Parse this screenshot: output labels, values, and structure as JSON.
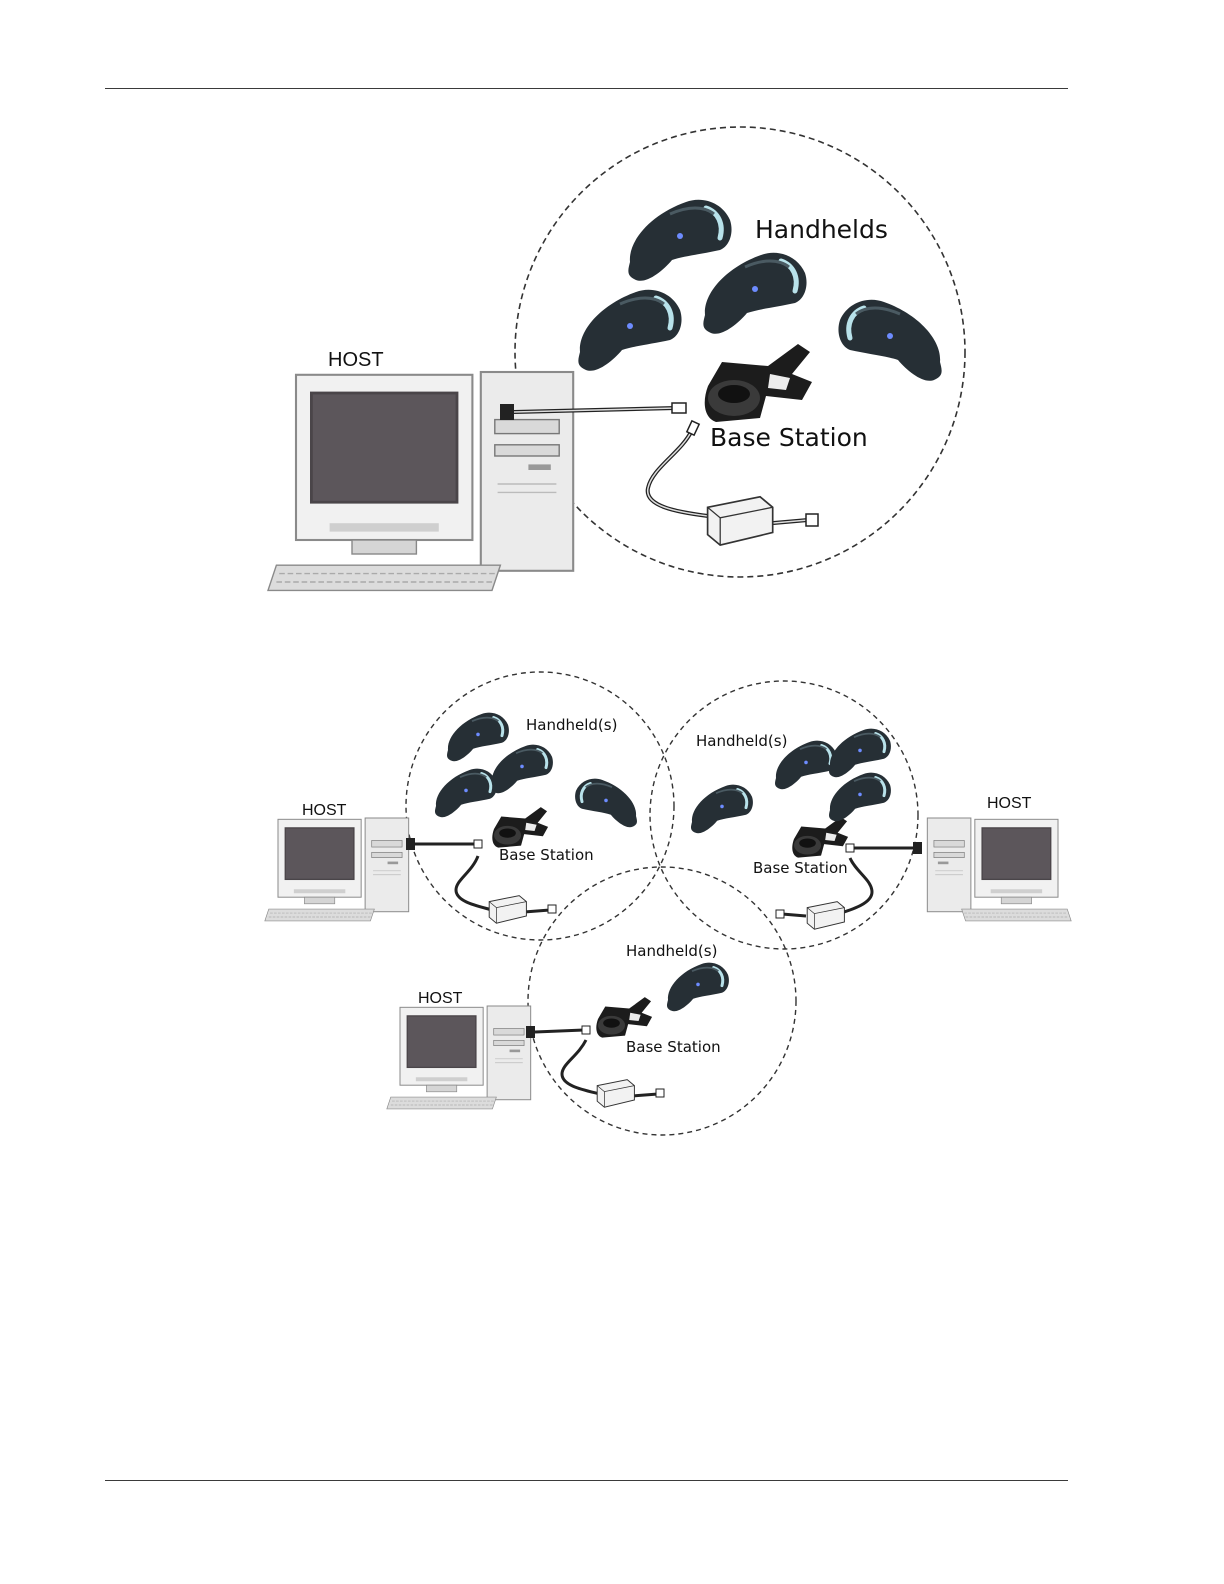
{
  "figure1": {
    "host_label": "HOST",
    "handhelds_label": "Handhelds",
    "base_station_label": "Base Station"
  },
  "figure2": {
    "cell_left": {
      "handheld_label": "Handheld(s)",
      "base_station_label": "Base Station",
      "host_label": "HOST"
    },
    "cell_right": {
      "handheld_label": "Handheld(s)",
      "base_station_label": "Base Station",
      "host_label": "HOST"
    },
    "cell_bottom": {
      "handheld_label": "Handheld(s)",
      "base_station_label": "Base Station",
      "host_label": "HOST"
    }
  },
  "icons": [
    "computer-icon",
    "handheld-scanner-icon",
    "base-station-icon",
    "power-supply-icon"
  ]
}
